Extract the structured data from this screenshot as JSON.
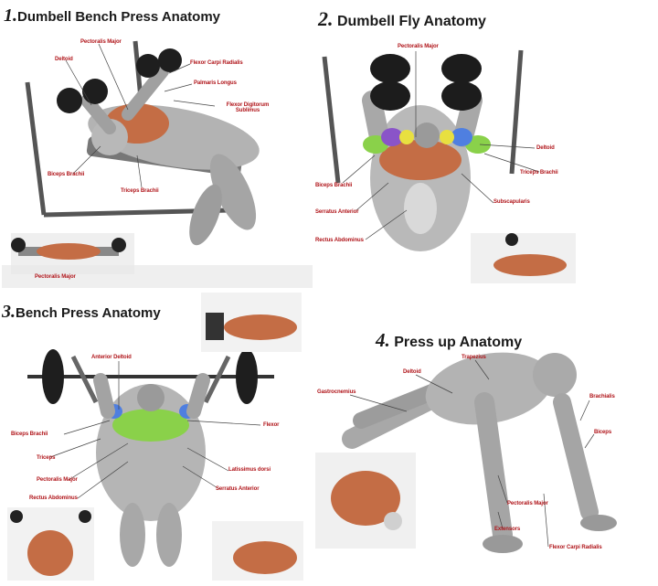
{
  "colors": {
    "label": "#b0151a",
    "muscle": "#a8a8a8",
    "muscle_dark": "#6e6e6e",
    "flesh": "#c8643c",
    "plate": "#222222",
    "highlight_green": "#8ad14a",
    "highlight_blue": "#4f7fe0",
    "highlight_purple": "#8a54c8",
    "highlight_yellow": "#e8e040"
  },
  "panels": [
    {
      "number": "1.",
      "title": "Dumbell Bench Press Anatomy",
      "labels": [
        "Pectoralis Major",
        "Deltoid",
        "Flexor Carpi Radialis",
        "Palmaris Longus",
        "Flexor Digitorum Sublimus",
        "Biceps Brachii",
        "Triceps Brachii",
        "Pectoralis Major"
      ]
    },
    {
      "number": "2.",
      "title": "Dumbell Fly Anatomy",
      "labels": [
        "Pectoralis Major",
        "Deltoid",
        "Triceps Brachii",
        "Biceps Brachii",
        "Subscapularis",
        "Serratus Anterior",
        "Rectus Abdominus"
      ]
    },
    {
      "number": "3.",
      "title": "Bench Press Anatomy",
      "labels": [
        "Anterior Deltoid",
        "Biceps Brachii",
        "Triceps",
        "Pectoralis Major",
        "Rectus Abdominus",
        "Flexor",
        "Latissimus dorsi",
        "Serratus Anterior"
      ]
    },
    {
      "number": "4.",
      "title": "Press up Anatomy",
      "labels": [
        "Trapezius",
        "Deltoid",
        "Gastrocnemius",
        "Brachialis",
        "Biceps",
        "Pectoralis Major",
        "Extensors",
        "Flexor Carpi Radialis"
      ]
    }
  ]
}
